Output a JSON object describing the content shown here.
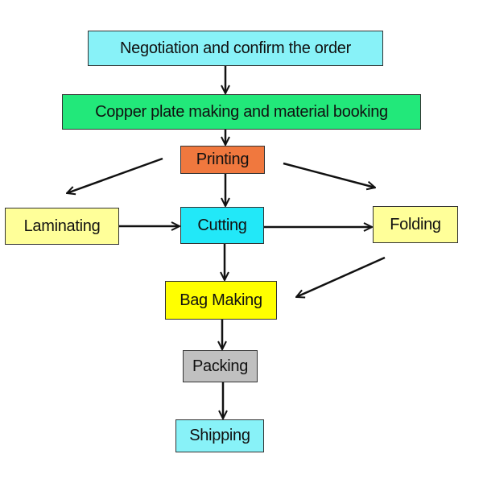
{
  "nodes": {
    "negotiation": {
      "label": "Negotiation and confirm the order",
      "color": "#88f2f8"
    },
    "copper": {
      "label": "Copper plate making and material booking",
      "color": "#22e87a"
    },
    "printing": {
      "label": "Printing",
      "color": "#f0783e"
    },
    "laminating": {
      "label": "Laminating",
      "color": "#ffff99"
    },
    "cutting": {
      "label": "Cutting",
      "color": "#22e8f8"
    },
    "folding": {
      "label": "Folding",
      "color": "#ffff99"
    },
    "bag_making": {
      "label": "Bag Making",
      "color": "#ffff00"
    },
    "packing": {
      "label": "Packing",
      "color": "#c0c0c0"
    },
    "shipping": {
      "label": "Shipping",
      "color": "#88f2f8"
    }
  },
  "edges": [
    [
      "negotiation",
      "copper"
    ],
    [
      "copper",
      "printing"
    ],
    [
      "printing",
      "cutting"
    ],
    [
      "printing",
      "laminating"
    ],
    [
      "printing",
      "folding"
    ],
    [
      "laminating",
      "cutting"
    ],
    [
      "cutting",
      "folding"
    ],
    [
      "folding",
      "bag_making"
    ],
    [
      "cutting",
      "bag_making"
    ],
    [
      "bag_making",
      "packing"
    ],
    [
      "packing",
      "shipping"
    ]
  ]
}
